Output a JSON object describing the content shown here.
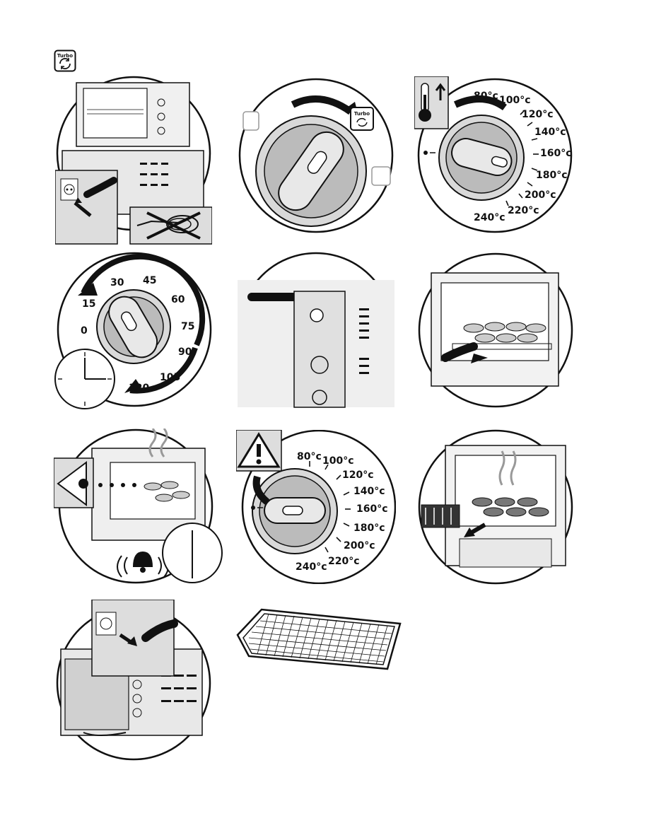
{
  "header": {
    "mode_icon_label": "Turbo"
  },
  "dial_turbo": {
    "mode_label": "Turbo"
  },
  "dial_temp_top": {
    "labels": [
      "80°c",
      "100°c",
      "120°c",
      "140°c",
      "160°c",
      "180°c",
      "200°c",
      "220°c",
      "240°c"
    ]
  },
  "dial_timer": {
    "labels": [
      "0",
      "15",
      "30",
      "45",
      "60",
      "75",
      "90",
      "105",
      "120"
    ]
  },
  "dial_temp_bottom": {
    "labels": [
      "80°c",
      "100°c",
      "120°c",
      "140°c",
      "160°c",
      "180°c",
      "200°c",
      "220°c",
      "240°c"
    ]
  },
  "colors": {
    "ink": "#111111",
    "gray": "#bdbdbd",
    "light": "#e6e6e6"
  }
}
